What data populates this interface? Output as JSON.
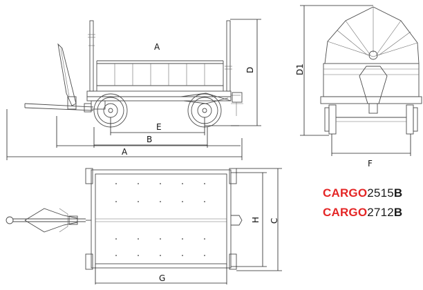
{
  "dimension_labels": {
    "side_height": "D",
    "side_deck": "A",
    "side_wheelbase_inner": "E",
    "side_wheelbase": "B",
    "side_overall_length": "A",
    "front_height": "D1",
    "front_track": "F",
    "top_inner_width": "H",
    "top_outer_width": "C",
    "top_length": "G"
  },
  "models": [
    {
      "brand": "CARGO",
      "number": "2515",
      "suffix": "B"
    },
    {
      "brand": "CARGO",
      "number": "2712",
      "suffix": "B"
    }
  ],
  "colors": {
    "brand": "#e42626",
    "line": "#4a4a4a",
    "text": "#111111"
  }
}
